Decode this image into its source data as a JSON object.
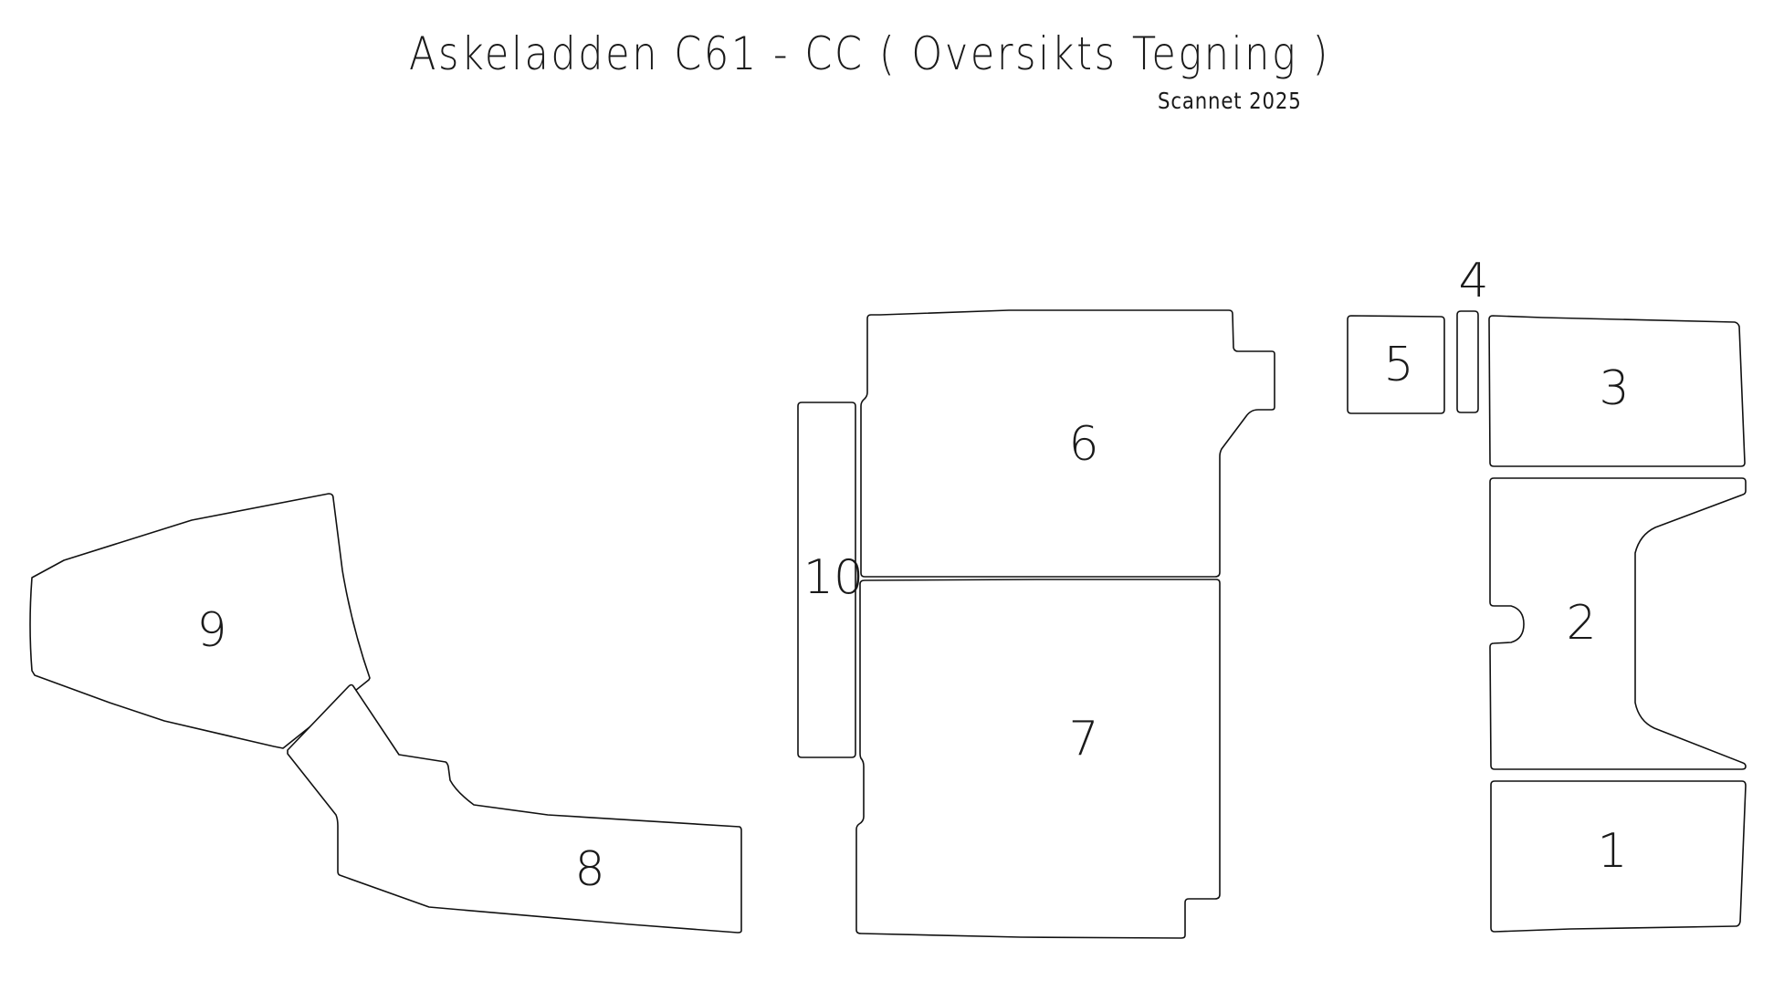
{
  "drawing": {
    "title": "Askeladden C61 - CC ( Oversikts Tegning )",
    "subtitle": "Scannet 2025",
    "line_color": "#111111",
    "background": "#ffffff"
  },
  "pieces": [
    {
      "id": "1",
      "label": "1"
    },
    {
      "id": "2",
      "label": "2"
    },
    {
      "id": "3",
      "label": "3"
    },
    {
      "id": "4",
      "label": "4"
    },
    {
      "id": "5",
      "label": "5"
    },
    {
      "id": "6",
      "label": "6"
    },
    {
      "id": "7",
      "label": "7"
    },
    {
      "id": "8",
      "label": "8"
    },
    {
      "id": "9",
      "label": "9"
    },
    {
      "id": "10",
      "label": "10"
    }
  ]
}
